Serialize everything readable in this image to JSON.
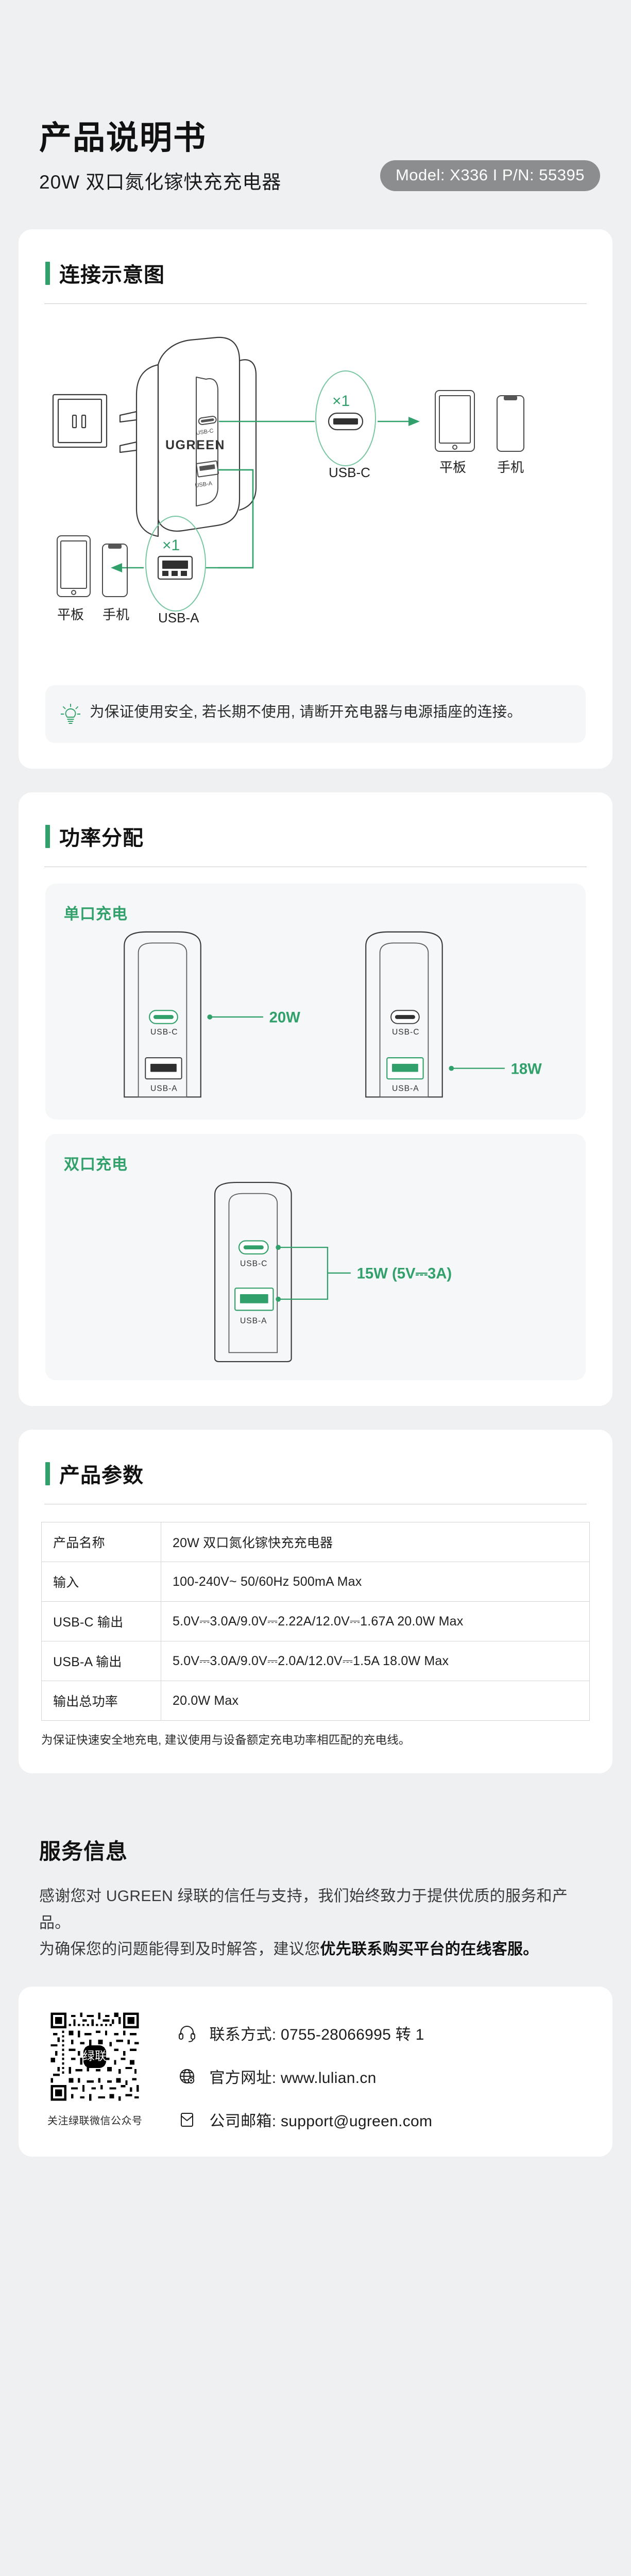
{
  "header": {
    "title": "产品说明书",
    "subtitle": "20W 双口氮化镓快充充电器",
    "model_badge": "Model: X336 I P/N: 55395"
  },
  "connection_section": {
    "title": "连接示意图",
    "charger_brand": "UGREEN",
    "port_c": {
      "count": "×1",
      "label": "USB-C",
      "targets": [
        "平板",
        "手机"
      ]
    },
    "port_a": {
      "count": "×1",
      "label": "USB-A",
      "targets": [
        "平板",
        "手机"
      ]
    },
    "port_c_caption": "USB-C",
    "port_a_caption": "USB-A",
    "tip": "为保证使用安全, 若长期不使用, 请断开充电器与电源插座的连接。"
  },
  "power_section": {
    "title": "功率分配",
    "single_port": {
      "label": "单口充电",
      "usb_c_port_name": "USB-C",
      "usb_a_port_name": "USB-A",
      "usb_c_power": "20W",
      "usb_a_power": "18W"
    },
    "dual_port": {
      "label": "双口充电",
      "usb_c_port_name": "USB-C",
      "usb_a_port_name": "USB-A",
      "combined_power": "15W (5V⎓3A)"
    }
  },
  "spec_section": {
    "title": "产品参数",
    "rows": [
      {
        "key": "产品名称",
        "value": "20W 双口氮化镓快充充电器"
      },
      {
        "key": "输入",
        "value": "100-240V~ 50/60Hz 500mA Max"
      },
      {
        "key": "USB-C 输出",
        "value": "5.0V⎓3.0A/9.0V⎓2.22A/12.0V⎓1.67A  20.0W Max"
      },
      {
        "key": "USB-A 输出",
        "value": "5.0V⎓3.0A/9.0V⎓2.0A/12.0V⎓1.5A  18.0W Max"
      },
      {
        "key": "输出总功率",
        "value": "20.0W Max"
      }
    ],
    "note": "为保证快速安全地充电, 建议使用与设备额定充电功率相匹配的充电线。"
  },
  "service_section": {
    "title": "服务信息",
    "paragraph_1": "感谢您对 UGREEN 绿联的信任与支持，我们始终致力于提供优质的服务和产品。",
    "paragraph_2_prefix": "为确保您的问题能得到及时解答，建议您",
    "paragraph_2_bold": "优先联系购买平台的在线客服。",
    "qr_caption": "关注绿联微信公众号",
    "qr_center_label": "绿联",
    "contacts": [
      {
        "icon": "headset-icon",
        "text": "联系方式: 0755-28066995 转 1"
      },
      {
        "icon": "globe-icon",
        "text": "官方网址: www.lulian.cn"
      },
      {
        "icon": "envelope-icon",
        "text": "公司邮箱: support@ugreen.com"
      }
    ]
  },
  "colors": {
    "accent_green": "#31a06b",
    "badge_gray": "#8b8d8e",
    "page_bg": "#eef0f2",
    "card_bg": "#ffffff"
  }
}
